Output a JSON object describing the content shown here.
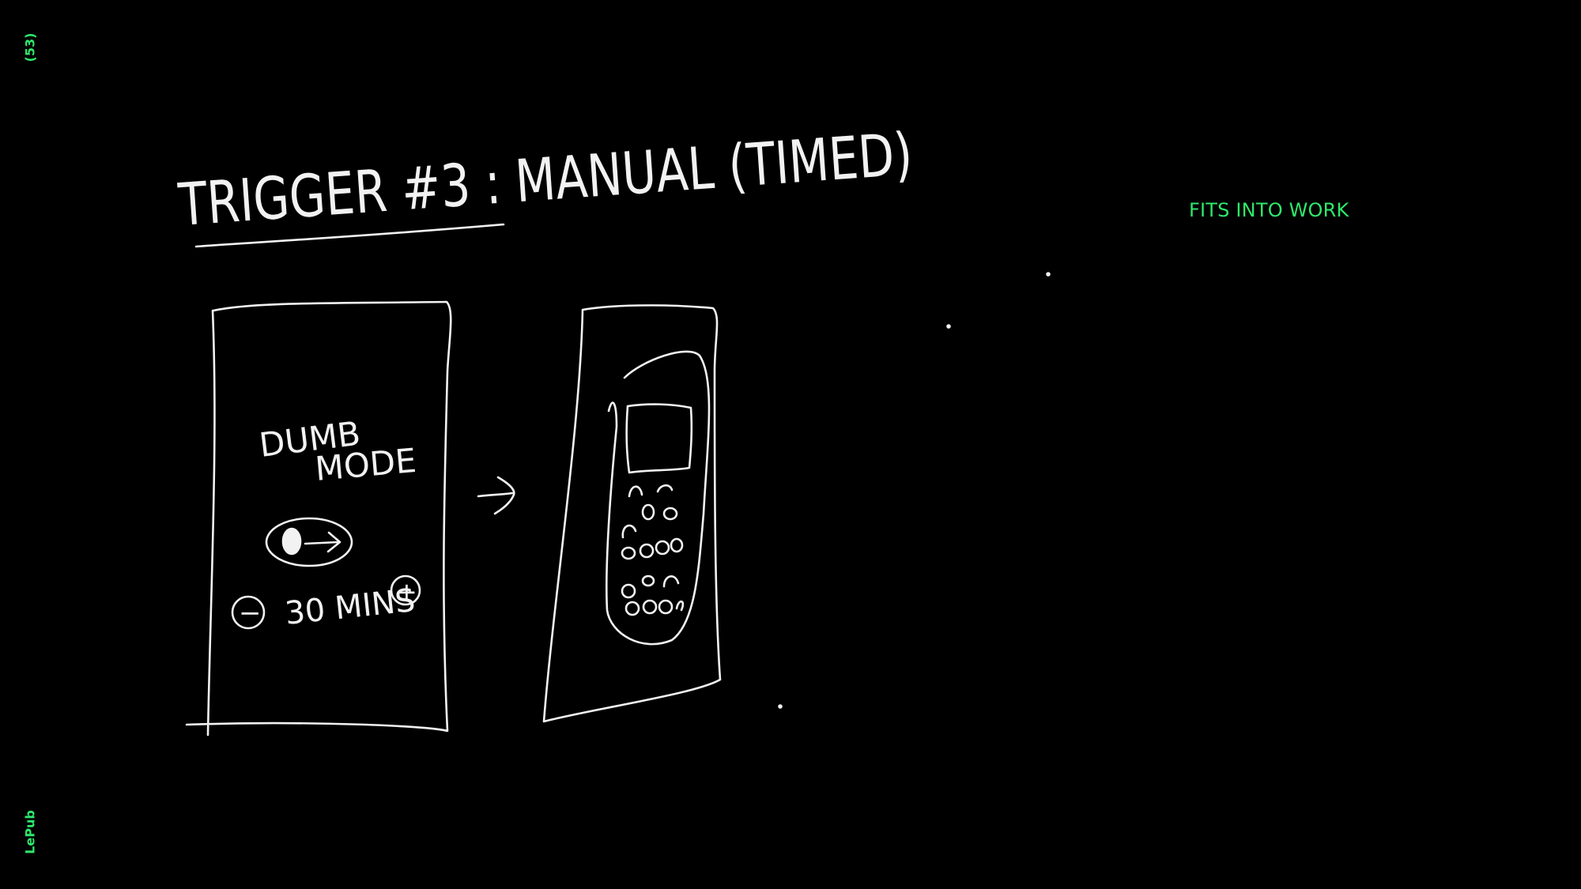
{
  "slide": {
    "page_number": "(53)",
    "brand": "LePub",
    "tagline": "FITS INTO WORK"
  },
  "sketch": {
    "title": "TRIGGER #3 : MANUAL (TIMED)",
    "screen_text_line1": "DUMB",
    "screen_text_line2": "MODE",
    "timer_text": "30 MINS",
    "minus_symbol": "−",
    "plus_symbol": "+",
    "arrow_symbol": "→"
  },
  "colors": {
    "background": "#000000",
    "accent": "#2ee86b",
    "chalk": "#f2f2f2"
  }
}
